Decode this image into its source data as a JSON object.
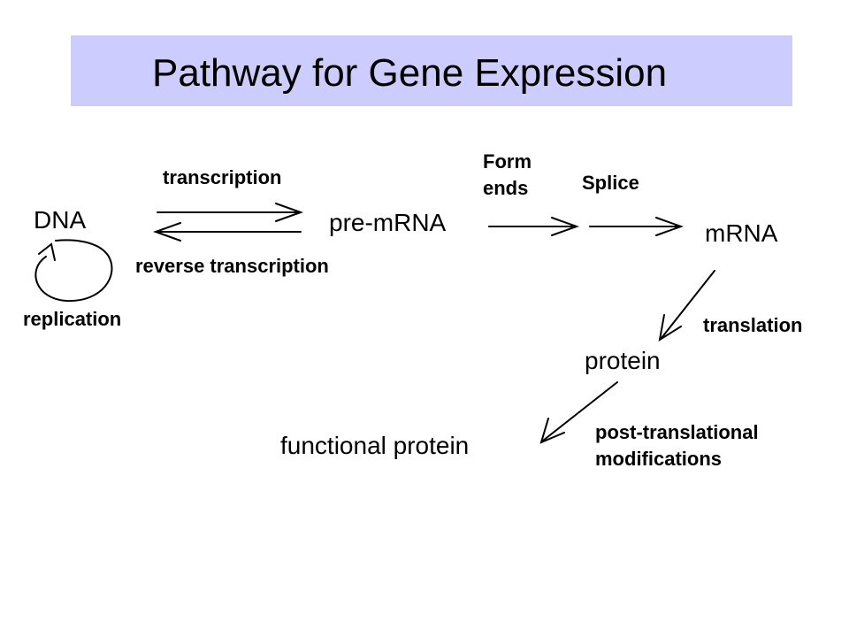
{
  "title": "Pathway for Gene Expression",
  "nodes": {
    "dna": "DNA",
    "pre_mrna": "pre-mRNA",
    "mrna": "mRNA",
    "protein": "protein",
    "functional_protein": "functional protein"
  },
  "processes": {
    "transcription": "transcription",
    "reverse_transcription": "reverse transcription",
    "replication": "replication",
    "form_ends": [
      "Form",
      "ends"
    ],
    "splice": "Splice",
    "translation": "translation",
    "post_translational": [
      "post-translational",
      "modifications"
    ]
  }
}
